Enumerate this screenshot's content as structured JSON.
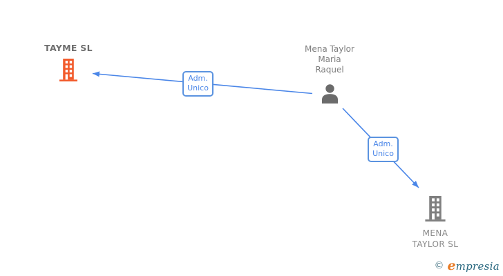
{
  "nodes": {
    "tayme": {
      "label": "TAYME SL",
      "type": "company"
    },
    "person": {
      "name_line1": "Mena Taylor",
      "name_line2": "Maria",
      "name_line3": "Raquel",
      "type": "person"
    },
    "mena": {
      "name_line1": "MENA",
      "name_line2": "TAYLOR SL",
      "type": "company"
    }
  },
  "edges": {
    "person_to_tayme": {
      "label_line1": "Adm.",
      "label_line2": "Unico"
    },
    "person_to_mena": {
      "label_line1": "Adm.",
      "label_line2": "Unico"
    }
  },
  "footer": {
    "copyright_symbol": "©",
    "brand_initial": "e",
    "brand_rest": "mpresia"
  },
  "colors": {
    "edge_blue": "#4a86e8",
    "box_border_blue": "#5b93e0",
    "box_text_blue": "#4a86e8",
    "company_orange": "#f25b2c",
    "company_gray": "#7f7f7f",
    "person_gray": "#6b6b6b",
    "title_dark_gray": "#6e6e6e",
    "label_gray": "#8a8a8a",
    "logo_teal": "#25657d",
    "logo_orange": "#e87a25"
  }
}
